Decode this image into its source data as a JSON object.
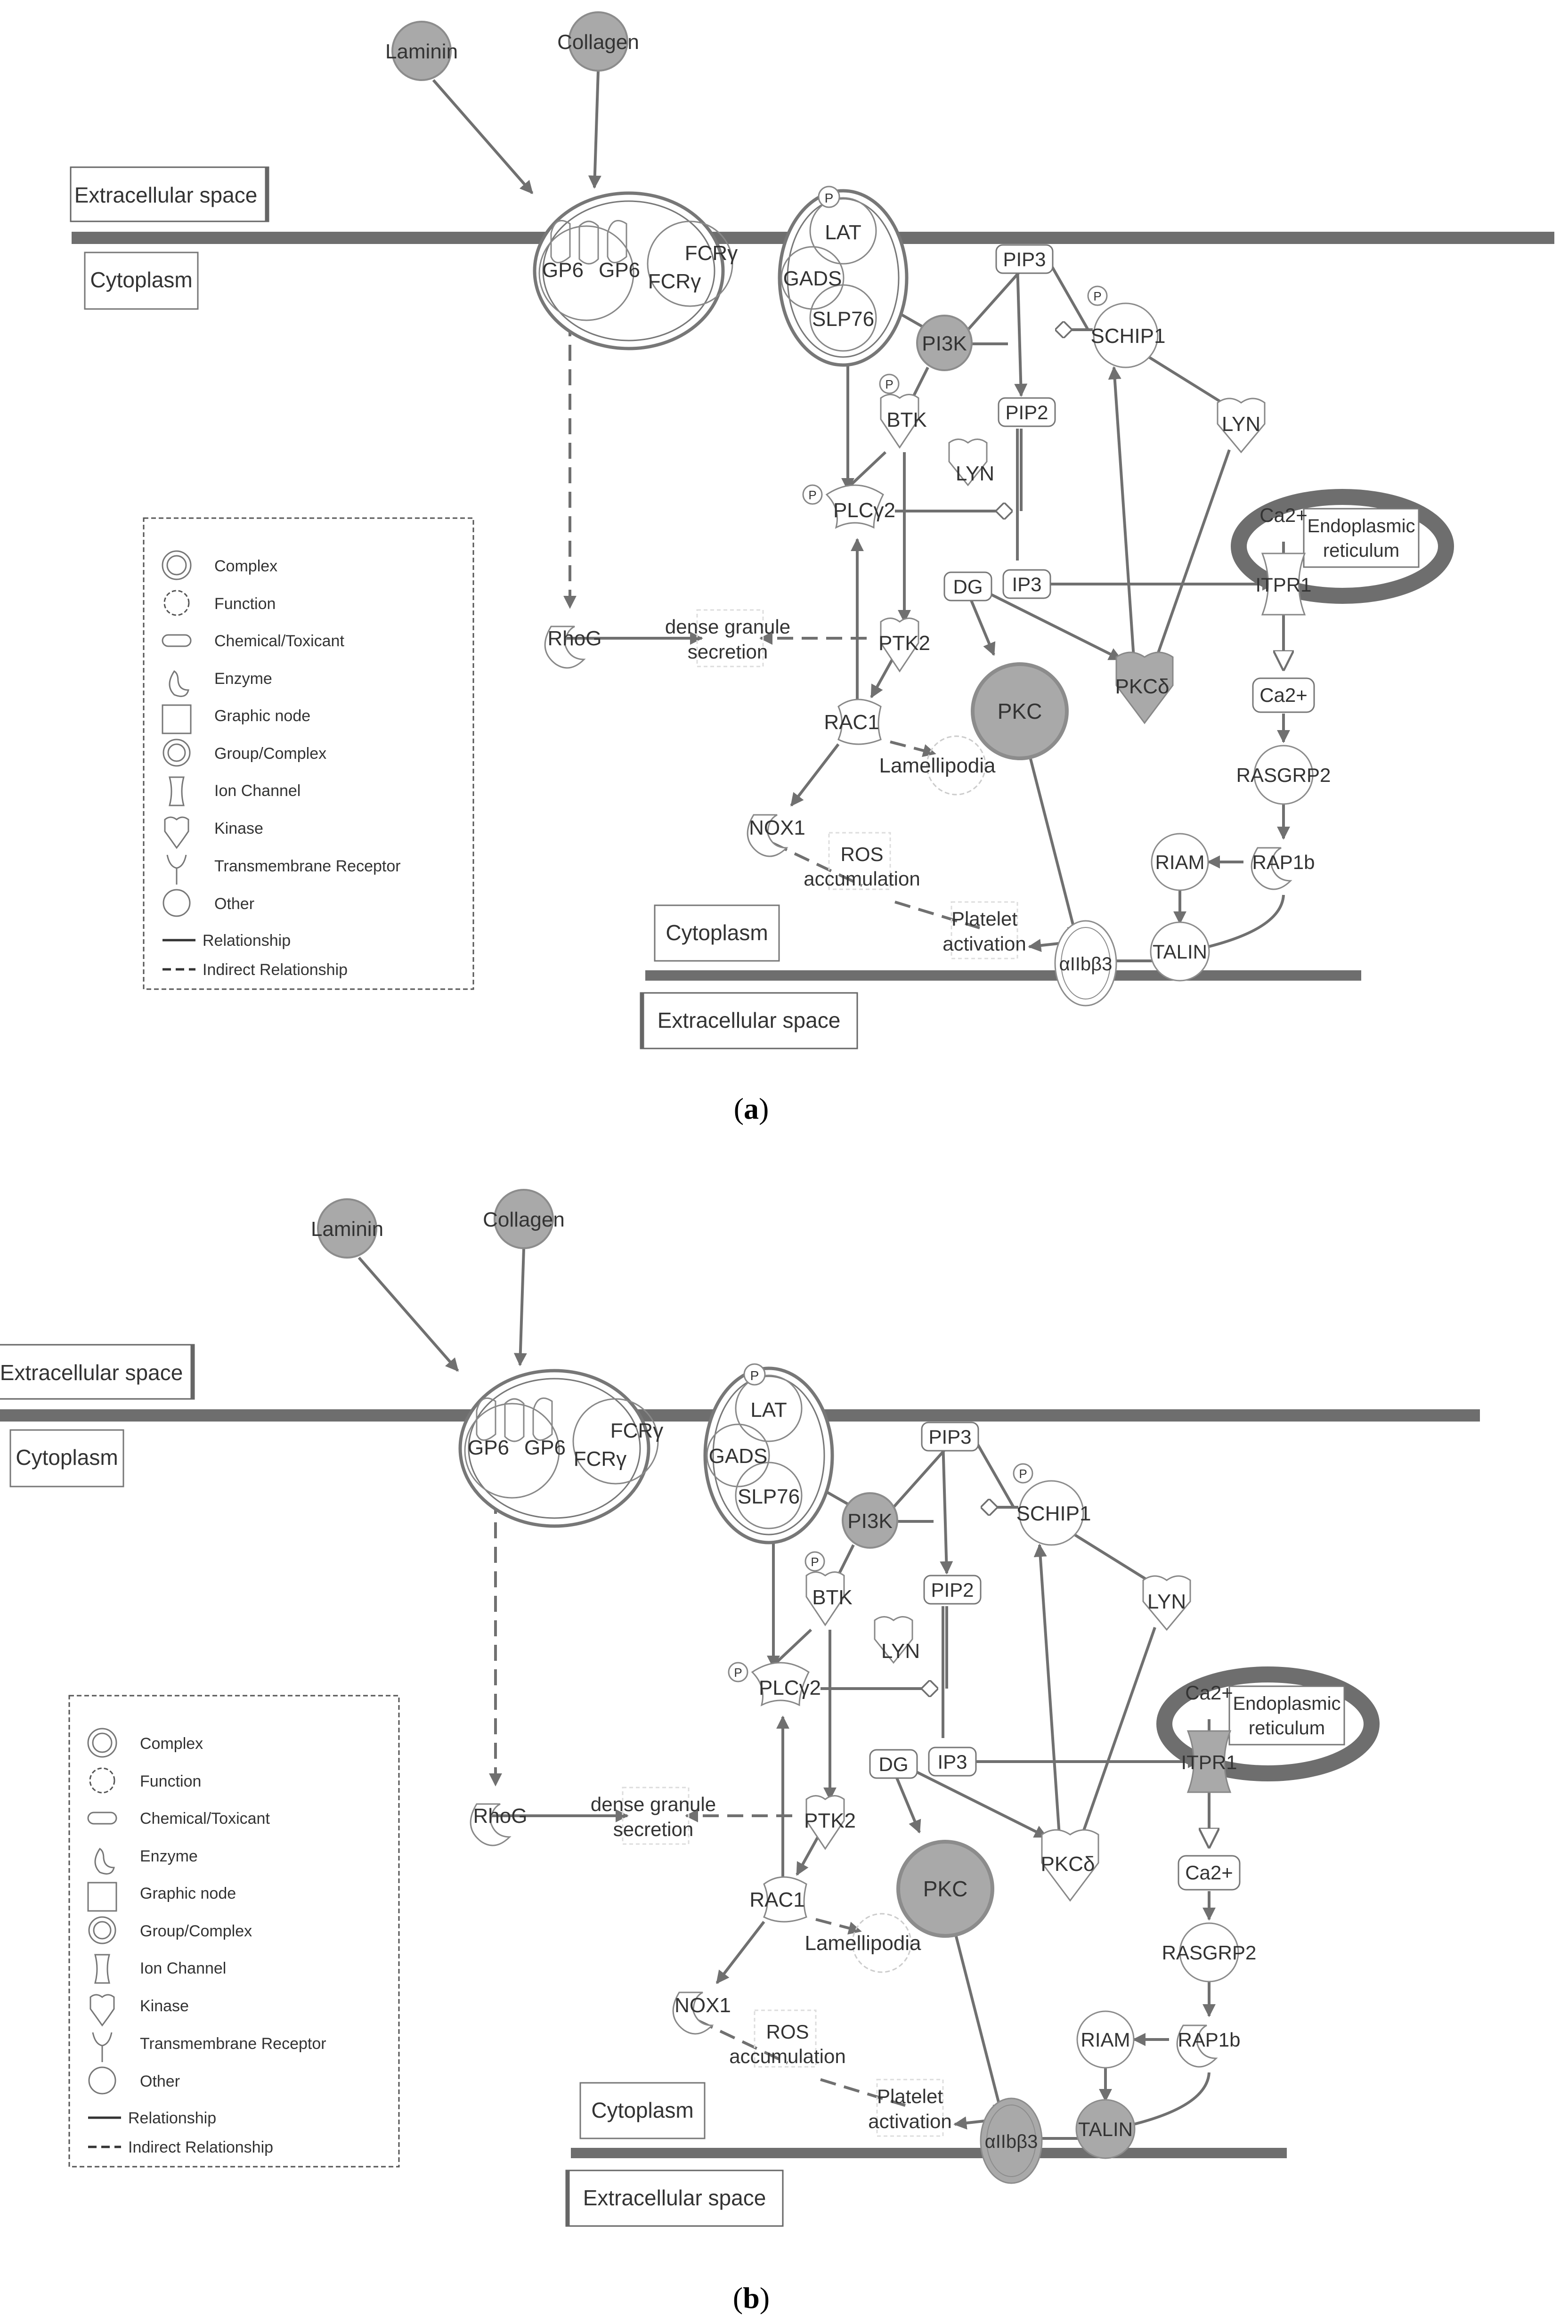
{
  "colors": {
    "membrane": "#6e6e6e",
    "edge": "#707070",
    "highlight": "#a9a9a9",
    "node_stroke": "#8c8c8c",
    "text": "#333333"
  },
  "legend": {
    "complex": "Complex",
    "function": "Function",
    "chemical": "Chemical/Toxicant",
    "enzyme": "Enzyme",
    "graphic_node": "Graphic node",
    "group_complex": "Group/Complex",
    "ion_channel": "Ion Channel",
    "kinase": "Kinase",
    "transmembrane_receptor": "Transmembrane Receptor",
    "other": "Other",
    "relationship": "Relationship",
    "indirect_relationship": "Indirect Relationship"
  },
  "compartments": {
    "extracellular": "Extracellular space",
    "cytoplasm": "Cytoplasm",
    "er_line1": "Endoplasmic",
    "er_line2": "reticulum"
  },
  "nodes": {
    "laminin": "Laminin",
    "collagen": "Collagen",
    "gp6": "GP6",
    "fcry": "FCRγ",
    "lat": "LAT",
    "gads": "GADS",
    "slp76": "SLP76",
    "pi3k": "PI3K",
    "pip3": "PIP3",
    "pip2": "PIP2",
    "schip1": "SCHIP1",
    "btk": "BTK",
    "lyn": "LYN",
    "plcy2": "PLCγ2",
    "dg": "DG",
    "ip3": "IP3",
    "itpr1": "ITPR1",
    "ca": "Ca2+",
    "rhog": "RhoG",
    "dense_line1": "dense granule",
    "dense_line2": "secretion",
    "ptk2": "PTK2",
    "pkcd": "PKCδ",
    "pkc": "PKC",
    "rac1": "RAC1",
    "lamellipodia": "Lamellipodia",
    "rasgrp2": "RASGRP2",
    "nox1": "NOX1",
    "ros_line1": "ROS",
    "ros_line2": "accumulation",
    "riam": "RIAM",
    "rap1b": "RAP1b",
    "platelet_line1": "Platelet",
    "platelet_line2": "activation",
    "talin": "TALIN",
    "aiib3": "αIIbβ3",
    "p": "P"
  },
  "captions": {
    "a": "a",
    "b": "b"
  },
  "panels": [
    {
      "id": "a",
      "highlighted": [
        "laminin",
        "collagen",
        "pi3k",
        "pkc",
        "pkcd"
      ]
    },
    {
      "id": "b",
      "highlighted": [
        "laminin",
        "collagen",
        "pi3k",
        "pkc",
        "itpr1",
        "talin",
        "aiib3"
      ]
    }
  ]
}
